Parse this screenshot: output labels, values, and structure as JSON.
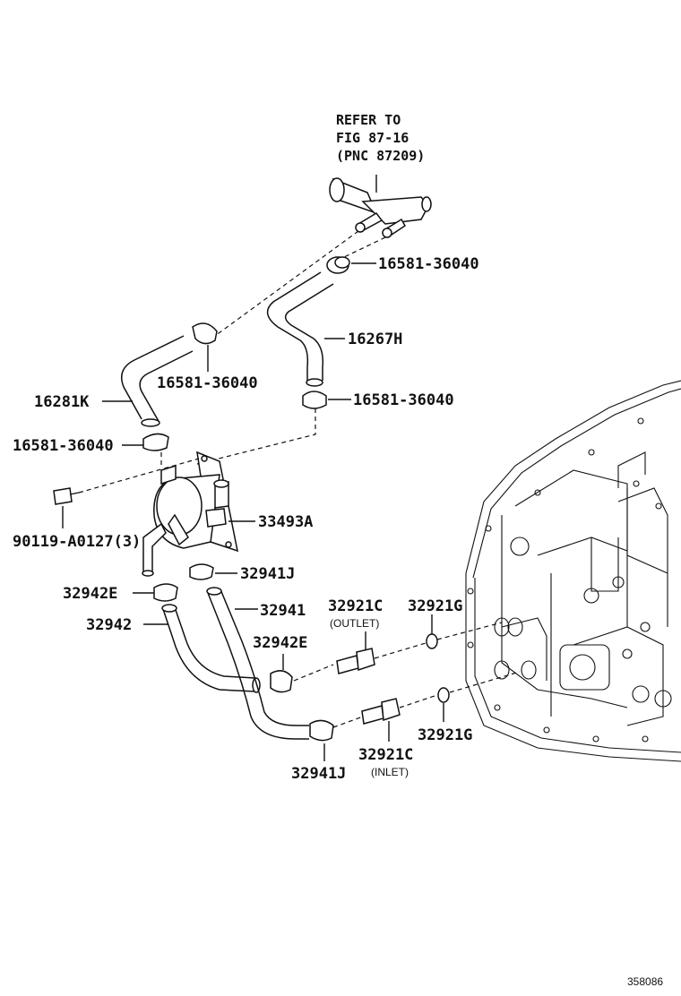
{
  "diagram": {
    "reference": {
      "line1": "REFER TO",
      "line2": "FIG 87-16",
      "line3": "(PNC 87209)"
    },
    "labels": {
      "clamp_top_right": "16581-36040",
      "hose_16267H": "16267H",
      "clamp_mid_left": "16581-36040",
      "clamp_mid_right": "16581-36040",
      "hose_16281K": "16281K",
      "clamp_left": "16581-36040",
      "cooler_33493A": "33493A",
      "bolt": "90119-A0127(3)",
      "clamp_32941J_top": "32941J",
      "clamp_32942E_left": "32942E",
      "hose_32941": "32941",
      "hose_32942": "32942",
      "clamp_32942E_mid": "32942E",
      "union_outlet": "32921C",
      "union_outlet_note": "(OUTLET)",
      "gasket_top": "32921G",
      "gasket_bottom": "32921G",
      "union_inlet": "32921C",
      "union_inlet_note": "(INLET)",
      "clamp_32941J_bottom": "32941J"
    },
    "figure_id": "358086"
  }
}
